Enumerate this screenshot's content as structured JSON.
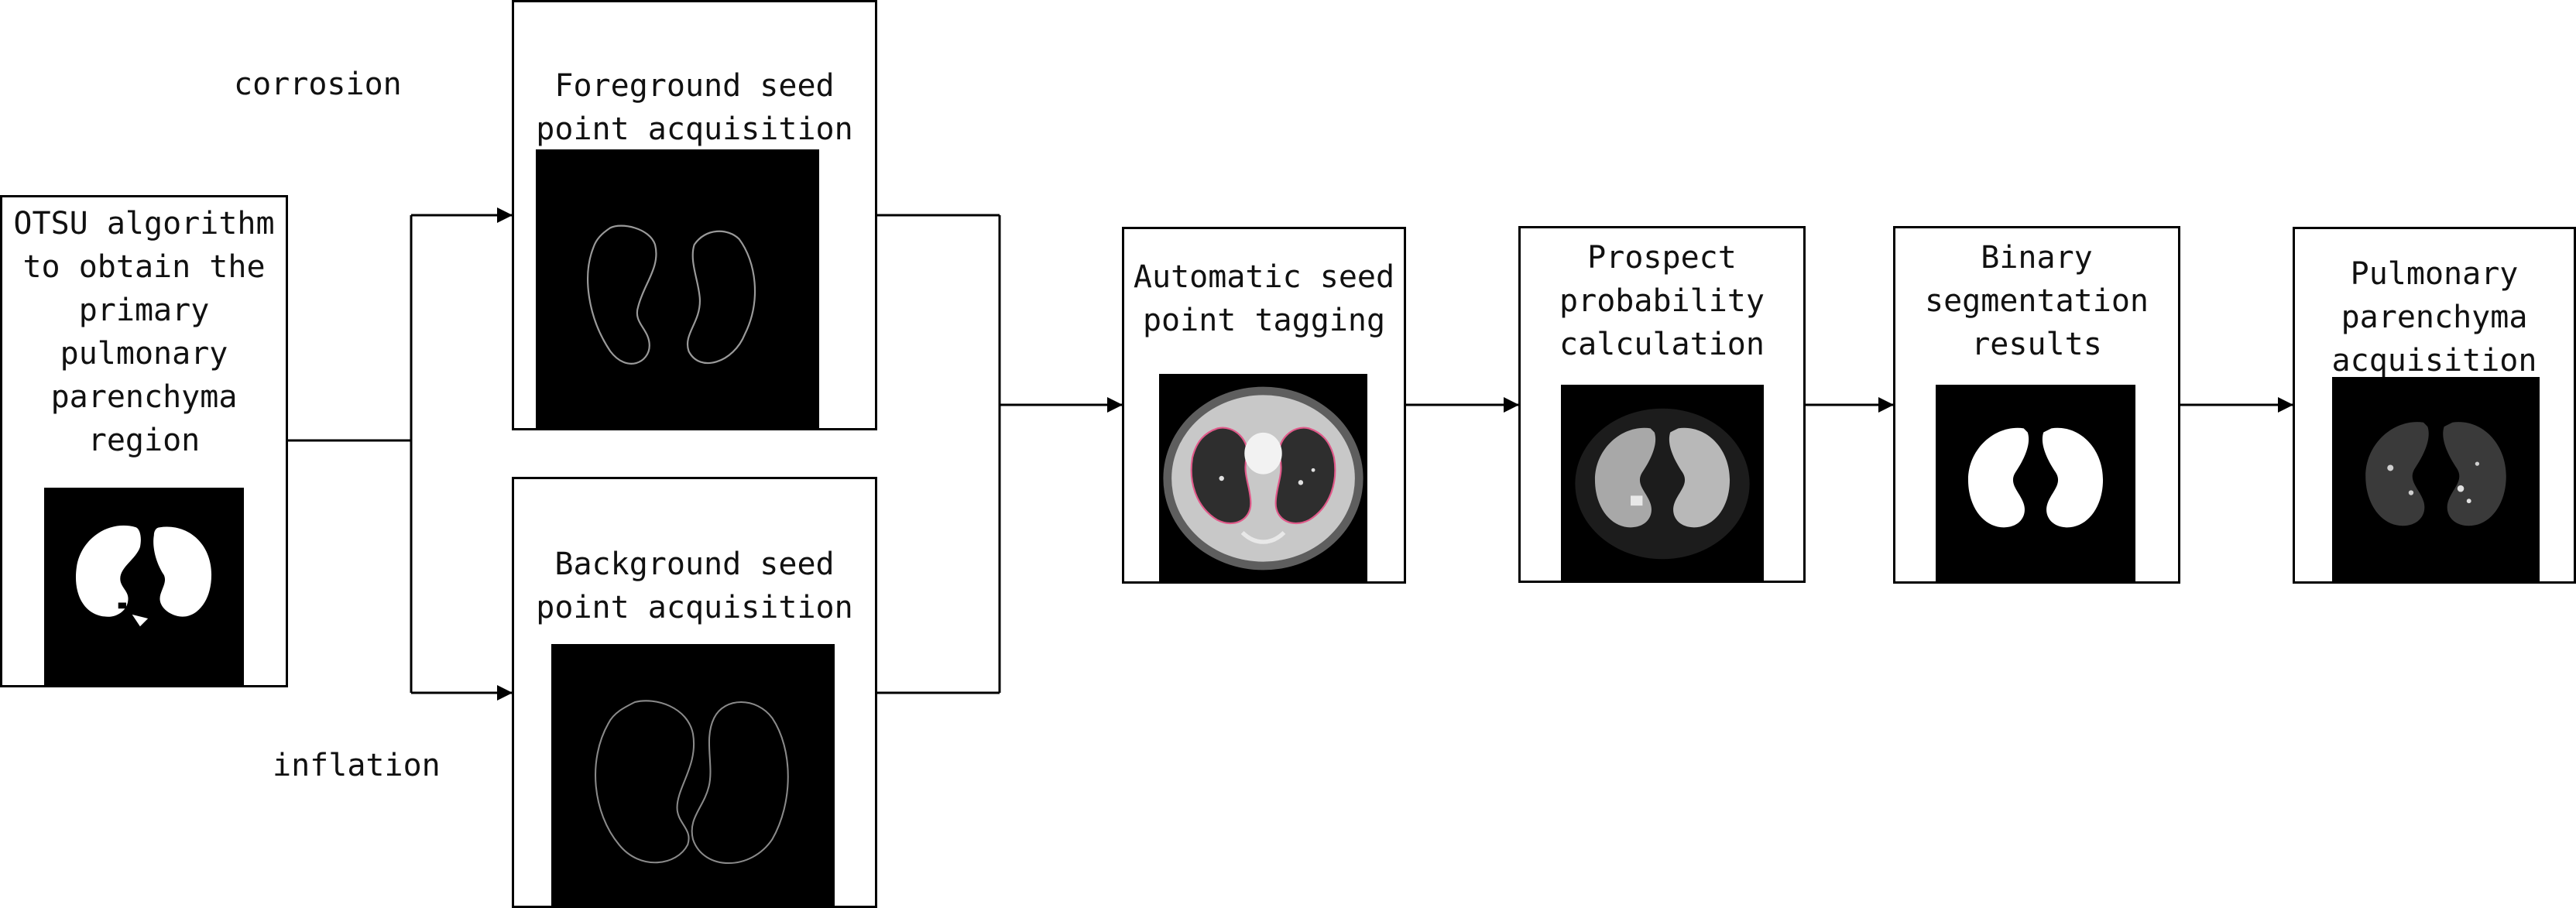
{
  "colors": {
    "line": "#000000",
    "image_bg": "#000000",
    "mask": "#ffffff",
    "outline": "#9a9a9a",
    "seed_mark": "#e05a8a"
  },
  "labels": {
    "corrosion": "corrosion",
    "inflation": "inflation"
  },
  "boxes": {
    "otsu": [
      "OTSU algorithm",
      "to obtain the",
      "primary",
      "pulmonary",
      "parenchyma",
      "region"
    ],
    "foreground": [
      "Foreground seed",
      "point acquisition"
    ],
    "background": [
      "Background seed",
      "point acquisition"
    ],
    "automatic": [
      "Automatic seed",
      "point tagging"
    ],
    "prospect": [
      "Prospect",
      "probability",
      "calculation"
    ],
    "binary": [
      "Binary",
      "segmentation",
      "results"
    ],
    "pulmonary": [
      "Pulmonary",
      "parenchyma",
      "acquisition"
    ]
  },
  "images": {
    "otsu_img": "binary-lung-mask-icon",
    "fg_img": "eroded-lung-outline-icon",
    "bg_img": "dilated-lung-outline-icon",
    "auto_img": "ct-slice-with-seed-points-icon",
    "prospect_img": "probability-map-icon",
    "binary_img": "binary-segmentation-icon",
    "pulm_img": "extracted-parenchyma-icon"
  }
}
